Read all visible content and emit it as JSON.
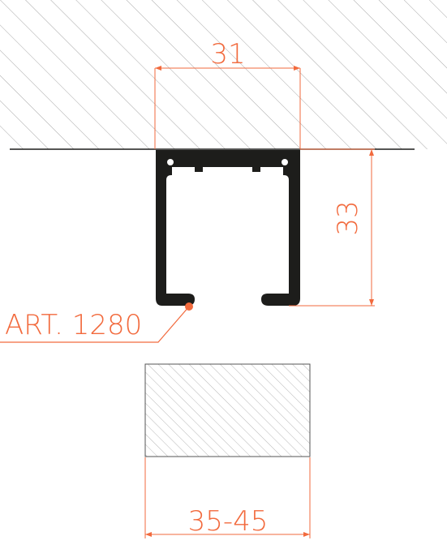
{
  "colors": {
    "accent": "#f26a3d",
    "profile": "#1d1d1b",
    "hatch": "#9a9a9a",
    "line": "#1d1d1b",
    "background": "#ffffff"
  },
  "dimensions": {
    "top_width": "31",
    "height": "33",
    "panel_width": "35-45"
  },
  "callout": {
    "label": "ART. 1280"
  }
}
